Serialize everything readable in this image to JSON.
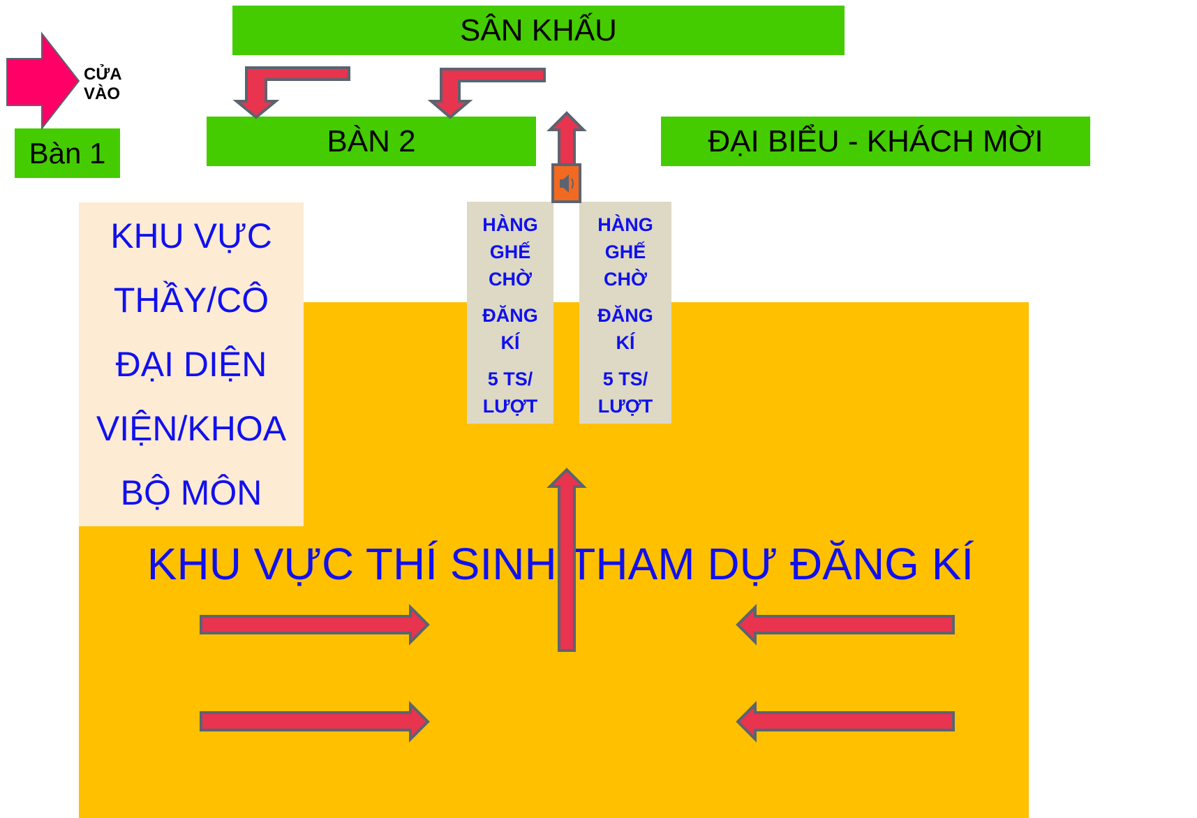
{
  "stage": {
    "label": "SÂN KHẤU"
  },
  "entrance": {
    "label_line1": "CỬA",
    "label_line2": "VÀO"
  },
  "table1": {
    "label": "Bàn 1"
  },
  "table2": {
    "label": "BÀN 2"
  },
  "guests": {
    "label": "ĐẠI BIỂU - KHÁCH MỜI"
  },
  "speaker": {
    "icon": "speaker-icon"
  },
  "teacher_zone": {
    "lines": [
      "KHU VỰC",
      "THẦY/CÔ",
      "ĐẠI DIỆN",
      "VIỆN/KHOA",
      "BỘ MÔN"
    ]
  },
  "queue_left": {
    "lines": [
      "HÀNG",
      "GHẾ",
      "CHỜ",
      "ĐĂNG",
      "KÍ",
      "5 TS/",
      "LƯỢT"
    ]
  },
  "queue_right": {
    "lines": [
      "HÀNG",
      "GHẾ",
      "CHỜ",
      "ĐĂNG",
      "KÍ",
      "5 TS/",
      "LƯỢT"
    ]
  },
  "candidate_zone": {
    "label": "KHU VỰC THÍ SINH THAM DỰ ĐĂNG KÍ"
  },
  "colors": {
    "green": "#44cc00",
    "zone_yellow": "#ffc000",
    "arrow_red": "#e8344e",
    "arrow_outline": "#5a6470",
    "entrance_pink": "#ff0066",
    "text_blue": "#1010ee"
  }
}
